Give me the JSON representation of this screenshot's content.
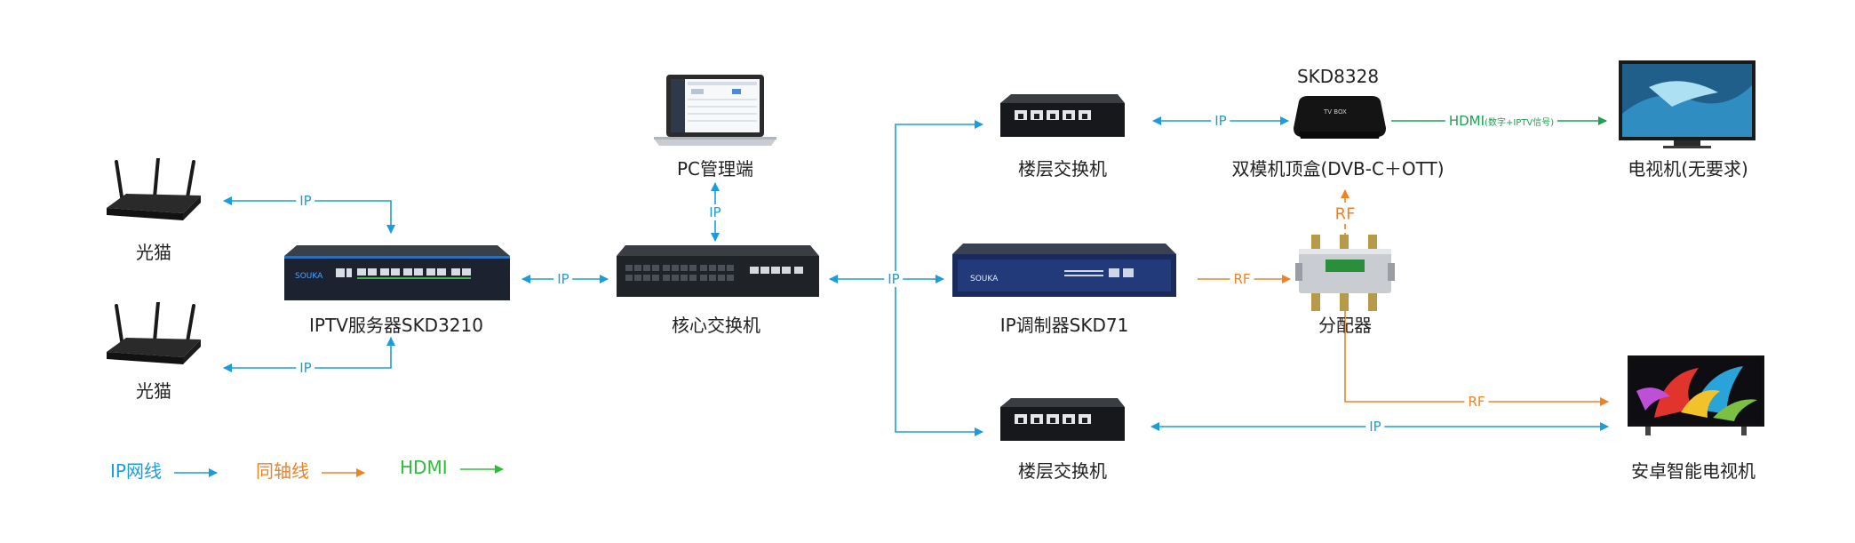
{
  "colors": {
    "ip": "#1b9ddc",
    "rf": "#f08226",
    "hdmi": "#1aa251",
    "hdmi_legend": "#2dbf3a"
  },
  "devices": {
    "modem_top": "光猫",
    "modem_bottom": "光猫",
    "iptv_server": "IPTV服务器SKD3210",
    "server_brand": "SOUKA",
    "pc": "PC管理端",
    "core_switch": "核心交换机",
    "floor_switch_top": "楼层交换机",
    "ip_modulator": "IP调制器SKD71",
    "modulator_brand": "SOUKA",
    "floor_switch_bottom": "楼层交换机",
    "set_top_box_model": "SKD8328",
    "set_top_box_face": "TV BOX",
    "set_top_box": "双模机顶盒(DVB-C＋OTT)",
    "splitter": "分配器",
    "tv": "电视机(无要求)",
    "android_tv": "安卓智能电视机"
  },
  "links": {
    "ip": "IP",
    "rf": "RF",
    "hdmi": "HDMI",
    "hdmi_note": "(数字+IPTV信号)"
  },
  "legend": {
    "ip": "IP网线",
    "coax": "同轴线",
    "hdmi": "HDMI"
  }
}
